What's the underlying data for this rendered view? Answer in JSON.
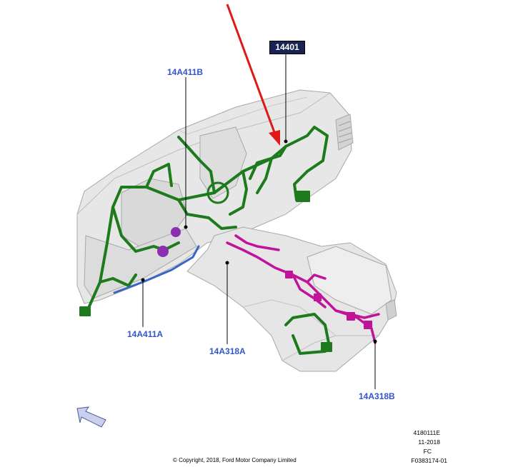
{
  "colors": {
    "callout_text": "#3355cc",
    "boxed_bg": "#1a2452",
    "boxed_text": "#ffffff",
    "harness_main": "#1d7a1d",
    "harness_console": "#c0139a",
    "harness_lower": "#3a66c4",
    "pointer_arrow": "#e01818"
  },
  "callouts": {
    "main": "14401",
    "upper_left": "14A411B",
    "lower_left": "14A411A",
    "center": "14A318A",
    "right": "14A318B"
  },
  "info": {
    "line1": "4180111E",
    "line2": "11-2018",
    "line3": "FC",
    "line4": "F0383174-01"
  },
  "copyright": "© Copyright, 2018, Ford Motor Company Limited",
  "icons": {
    "pointer": "red-pointer-arrow",
    "direction": "forward-direction-arrow-icon"
  }
}
